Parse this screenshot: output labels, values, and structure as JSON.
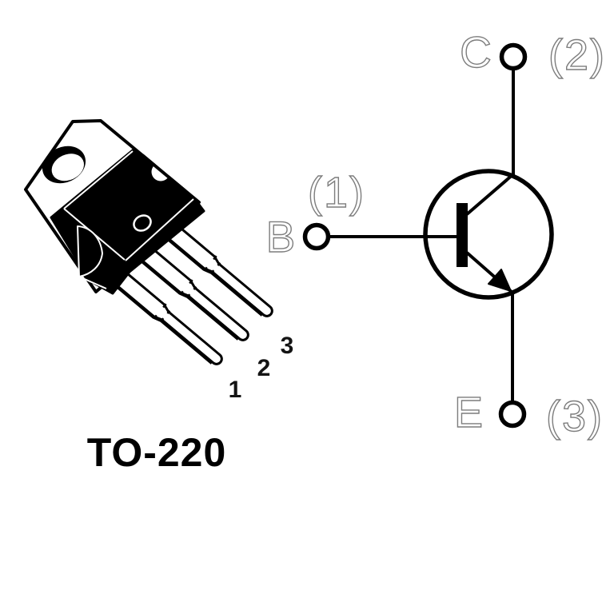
{
  "package": {
    "label": "TO-220",
    "pin_numbers": [
      "1",
      "2",
      "3"
    ]
  },
  "symbol": {
    "collector": {
      "letter": "C",
      "pin": "(2)"
    },
    "base": {
      "letter": "B",
      "pin": "(1)"
    },
    "emitter": {
      "letter": "E",
      "pin": "(3)"
    }
  },
  "colors": {
    "line": "#000000",
    "label_gray": "#7d7d7d",
    "background": "#ffffff"
  }
}
